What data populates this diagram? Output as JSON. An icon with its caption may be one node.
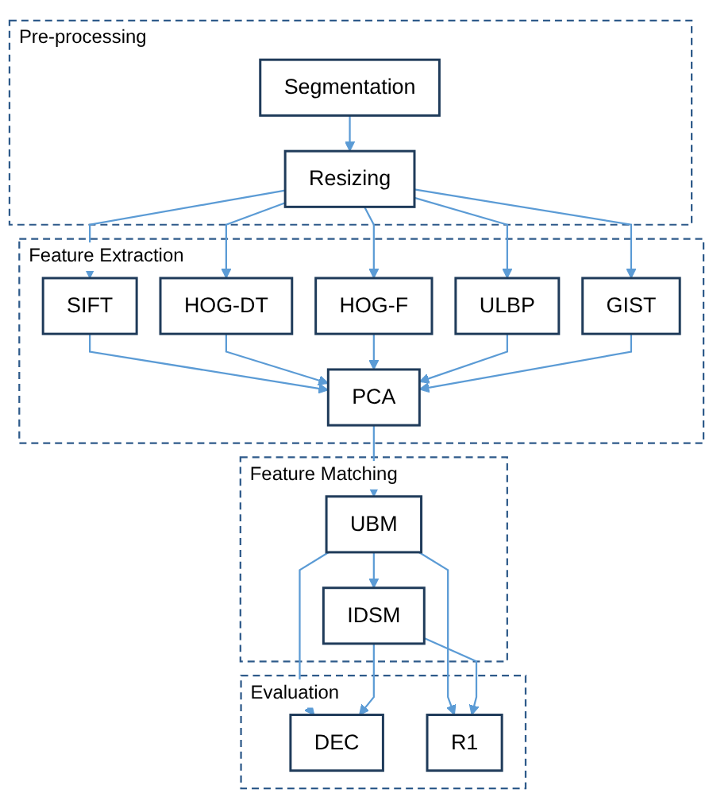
{
  "diagram": {
    "nodes": [
      {
        "text": [
          "Pre-processing"
        ]
      },
      {
        "text": [
          "Segmentation"
        ],
        "in": 0
      },
      {
        "text": [
          "Resizing"
        ],
        "in": 0
      },
      {
        "text": [
          "Feature Extraction"
        ]
      },
      {
        "text": [
          "SIFT"
        ],
        "in": 3
      },
      {
        "text": [
          "HOG-DT"
        ],
        "in": 3
      },
      {
        "text": [
          "HOG-F"
        ],
        "in": 3
      },
      {
        "text": [
          "ULBP"
        ],
        "in": 3
      },
      {
        "text": [
          "GIST"
        ],
        "in": 3
      },
      {
        "text": [
          "PCA"
        ],
        "in": 3
      },
      {
        "text": [
          "Feature Matching"
        ]
      },
      {
        "text": [
          "UBM"
        ],
        "in": 10
      },
      {
        "text": [
          "IDSM"
        ],
        "in": 10
      },
      {
        "text": [
          "Evaluation"
        ]
      },
      {
        "text": [
          "DEC"
        ],
        "in": 13
      },
      {
        "text": [
          "R1"
        ],
        "in": 13
      }
    ],
    "edges": [
      {
        "from": 1,
        "to": 2,
        "arrow": "to"
      },
      {
        "from": 2,
        "to": 4,
        "arrow": "to"
      },
      {
        "from": 2,
        "to": 5,
        "arrow": "to"
      },
      {
        "from": 2,
        "to": 6,
        "arrow": "to"
      },
      {
        "from": 2,
        "to": 7,
        "arrow": "to"
      },
      {
        "from": 2,
        "to": 8,
        "arrow": "to"
      },
      {
        "from": 4,
        "to": 9,
        "arrow": "to"
      },
      {
        "from": 5,
        "to": 9,
        "arrow": "to"
      },
      {
        "from": 6,
        "to": 9,
        "arrow": "to"
      },
      {
        "from": 7,
        "to": 9,
        "arrow": "to"
      },
      {
        "from": 8,
        "to": 9,
        "arrow": "to"
      },
      {
        "from": 9,
        "to": 11,
        "arrow": "to"
      },
      {
        "from": 11,
        "to": 12,
        "arrow": "to"
      },
      {
        "from": 11,
        "to": 14,
        "arrow": "to"
      },
      {
        "from": 11,
        "to": 15,
        "arrow": "to"
      },
      {
        "from": 12,
        "to": 14,
        "arrow": "to"
      },
      {
        "from": 12,
        "to": 15,
        "arrow": "to"
      }
    ]
  }
}
